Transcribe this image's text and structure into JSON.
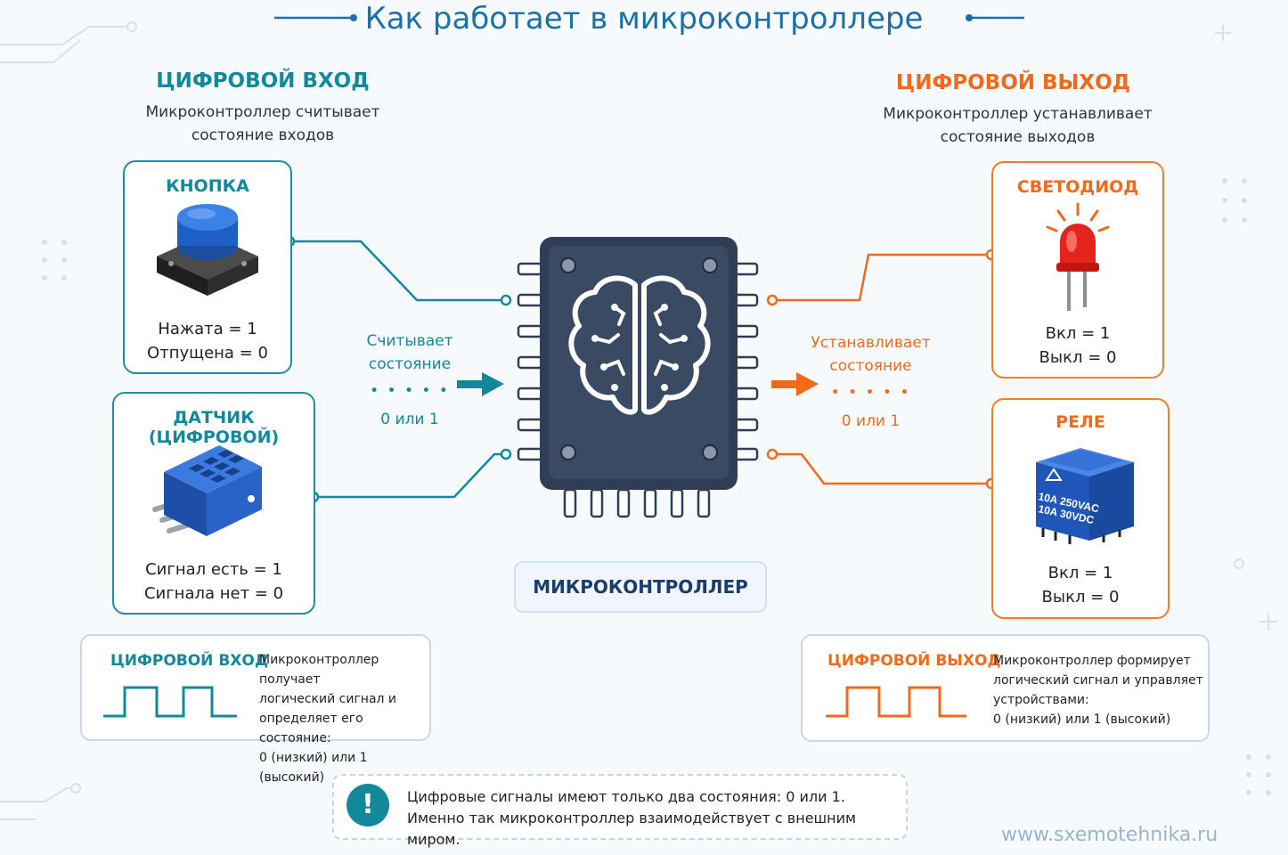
{
  "title": "Как работает в микроконтроллере",
  "input": {
    "heading": "ЦИФРОВОЙ ВХОД",
    "desc_line1": "Микроконтроллер считывает",
    "desc_line2": "состояние входов",
    "button_card": {
      "title": "КНОПКА",
      "line1": "Нажата = 1",
      "line2": "Отпущена = 0"
    },
    "sensor_card": {
      "title": "ДАТЧИК (ЦИФРОВОЙ)",
      "line1": "Сигнал есть = 1",
      "line2": "Сигнала нет = 0"
    },
    "flow": {
      "line1": "Считывает",
      "line2": "состояние",
      "dots": "• • • • •",
      "value": "0 или 1"
    }
  },
  "output": {
    "heading": "ЦИФРОВОЙ ВЫХОД",
    "desc_line1": "Микроконтроллер устанавливает",
    "desc_line2": "состояние выходов",
    "led_card": {
      "title": "СВЕТОДИОД",
      "line1": "Вкл = 1",
      "line2": "Выкл = 0"
    },
    "relay_card": {
      "title": "РЕЛЕ",
      "line1": "Вкл = 1",
      "line2": "Выкл = 0",
      "marking1": "10A 250VAC",
      "marking2": "10A 30VDC"
    },
    "flow": {
      "line1": "Устанавливает",
      "line2": "состояние",
      "dots": "• • • • •",
      "value": "0 или 1"
    }
  },
  "mcu_label": "МИКРОКОНТРОЛЛЕР",
  "input_info": {
    "title": "ЦИФРОВОЙ ВХОД",
    "line1": "Микроконтроллер получает",
    "line2": "логический сигнал и",
    "line3": "определяет его состояние:",
    "line4": "0 (низкий) или 1 (высокий)"
  },
  "output_info": {
    "title": "ЦИФРОВОЙ ВЫХОД",
    "line1": "Микроконтроллер формирует",
    "line2": "логический сигнал и управляет",
    "line3": "устройствами:",
    "line4": "0 (низкий) или 1 (высокий)"
  },
  "note": {
    "icon": "!",
    "line1": "Цифровые сигналы имеют только два состояния: 0 или 1.",
    "line2": "Именно так микроконтроллер взаимодействует с внешним миром."
  },
  "footer": "www.sxemotehnika.ru",
  "colors": {
    "teal": "#11899a",
    "orange": "#ef6a1a",
    "title": "#1c70a8",
    "chip": "#2f3e55"
  }
}
